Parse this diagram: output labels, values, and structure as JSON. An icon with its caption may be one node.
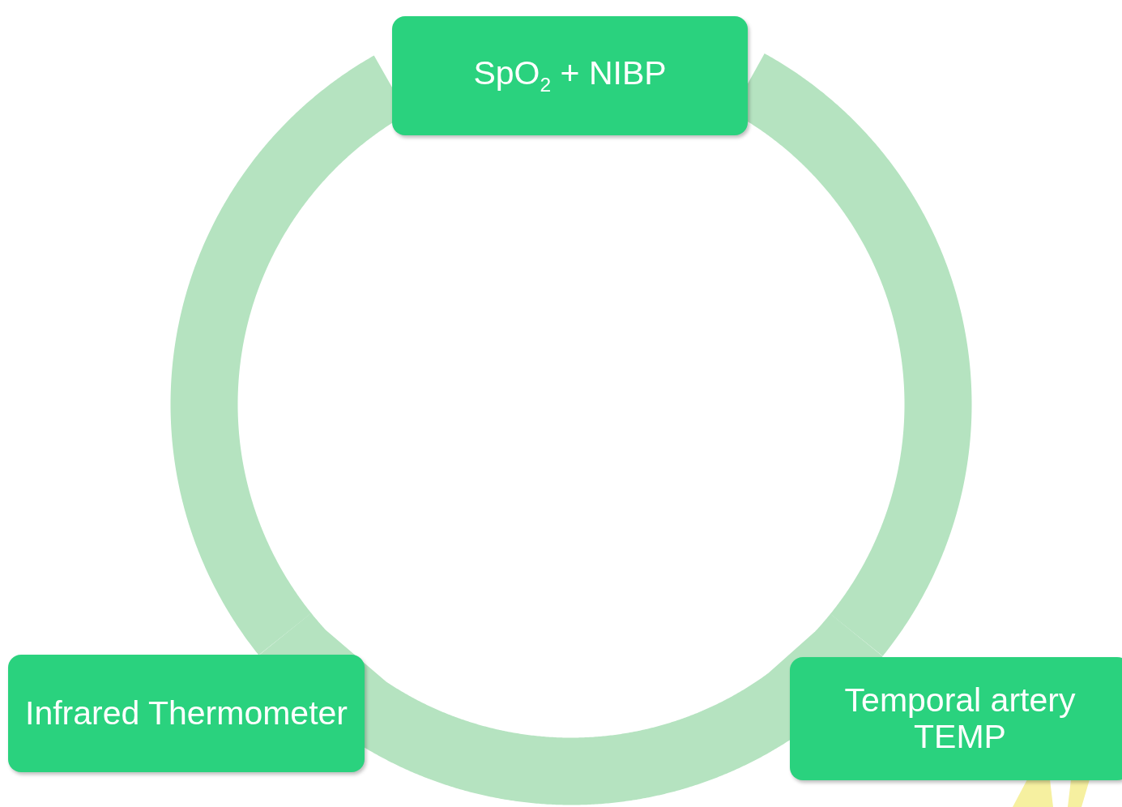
{
  "diagram": {
    "nodes": [
      {
        "text": [
          "SpO$_{2}$ + NIBP"
        ]
      },
      {
        "text": [
          "Infrared Thermometer"
        ]
      },
      {
        "text": [
          "Temporal artery TEMP"
        ]
      }
    ],
    "edges": [
      {
        "from": 0,
        "to": 2,
        "arrow": "none"
      },
      {
        "from": 2,
        "to": 1,
        "arrow": "none"
      },
      {
        "from": 1,
        "to": 0,
        "arrow": "none"
      }
    ]
  }
}
